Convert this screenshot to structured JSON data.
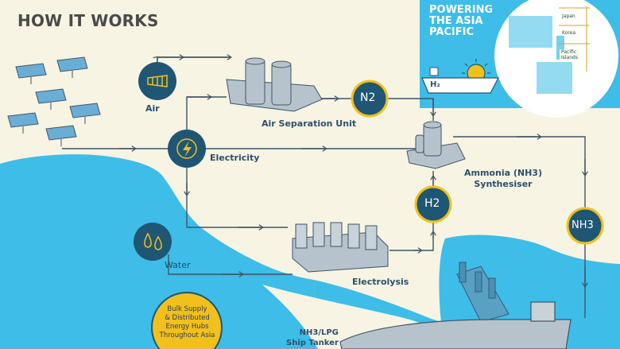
{
  "title": "HOW IT WORKS",
  "inset": {
    "title": "POWERING\nTHE ASIA\nPACIFIC",
    "countries": [
      "Japan",
      "Korea",
      "Pacific\nIslands"
    ],
    "ship_label": "H₂"
  },
  "nodes": {
    "air": "Air",
    "electricity": "Electricity",
    "water": "Water",
    "air_separation": "Air Separation Unit",
    "ammonia": "Ammonia (NH3)\nSynthesiser",
    "electrolysis": "Electrolysis",
    "n2": "N2",
    "h2": "H2",
    "nh3": "NH3",
    "ship": "NH3/LPG\nShip Tanker",
    "bulk": "Bulk Supply\n& Distributed\nEnergy Hubs\nThroughout Asia"
  },
  "colors": {
    "background": "#f7f4e4",
    "water": "#3dbde8",
    "node_fill": "#1f5674",
    "node_ring": "#f2c01c",
    "machine": "#b7c3cc",
    "flow_line": "#3f5566"
  },
  "icons": [
    "wind-turbine-icon",
    "lightning-icon",
    "water-drops-icon",
    "solar-panel-icon",
    "sun-icon"
  ]
}
